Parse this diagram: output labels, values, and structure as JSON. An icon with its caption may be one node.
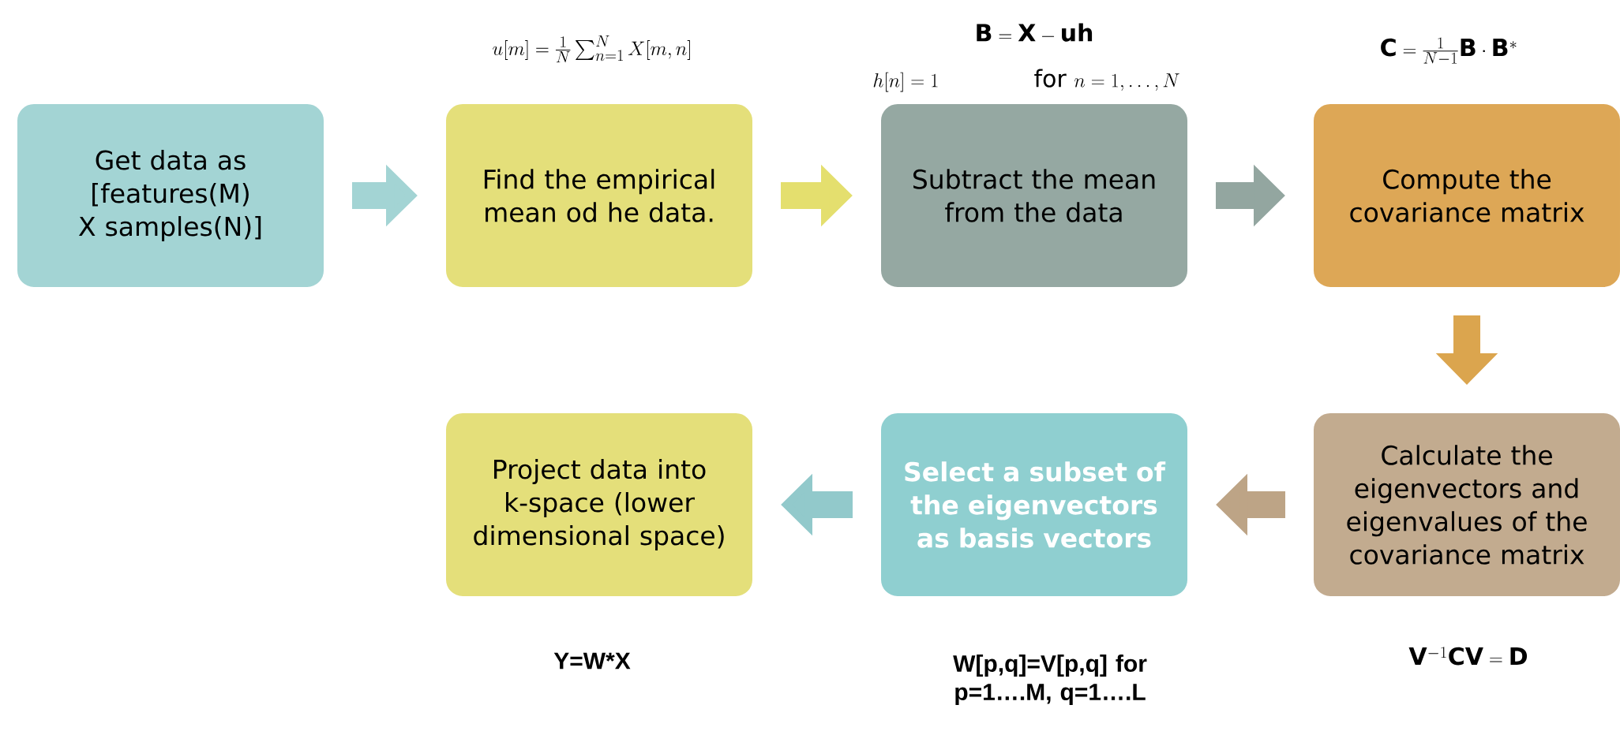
{
  "diagram": {
    "nodes": [
      {
        "text": [
          "Get data as [features(M) X samples(N)]"
        ]
      },
      {
        "text": [
          "Find the empirical mean od he data."
        ]
      },
      {
        "text": [
          "Subtract the mean from the data"
        ]
      },
      {
        "text": [
          "Compute the covariance matrix"
        ]
      },
      {
        "text": [
          "Calculate the eigenvectors and eigenvalues of the covariance matrix"
        ]
      },
      {
        "text": [
          "Select a subset of the eigenvectors as basis vectors"
        ]
      },
      {
        "text": [
          "Project data into k-space (lower dimensional space)"
        ]
      }
    ],
    "edges": [
      {
        "from": 0,
        "to": 1,
        "arrow": "to",
        "color": "#a3d4d4"
      },
      {
        "from": 1,
        "to": 2,
        "arrow": "to",
        "color": "#e4df6e"
      },
      {
        "from": 2,
        "to": 3,
        "arrow": "to",
        "color": "#93a6a0"
      },
      {
        "from": 3,
        "to": 4,
        "arrow": "to",
        "color": "#dba54e"
      },
      {
        "from": 4,
        "to": 5,
        "arrow": "to",
        "color": "#bda486"
      },
      {
        "from": 5,
        "to": 6,
        "arrow": "to",
        "color": "#92c9cb"
      }
    ],
    "labels": [
      "u[m]=\\frac{1}{N}\\sum_{n=1}^{N}X[m,n]",
      "\\mathbf{B}=\\mathbf{X}-\\mathbf{uh}",
      "h[n]=1\\qquad\\qquad\\text{for }n=1,\\ldots,N",
      "\\mathbf{C}=\\frac{1}{N-1}\\mathbf{B}\\cdot\\mathbf{B}^{*}",
      "\\mathbf{V}^{-1}\\mathbf{C}\\mathbf{V}=\\mathbf{D}",
      "W[p,q]=V[p,q] for p=1….M, q=1….L",
      "Y=W*X"
    ]
  }
}
